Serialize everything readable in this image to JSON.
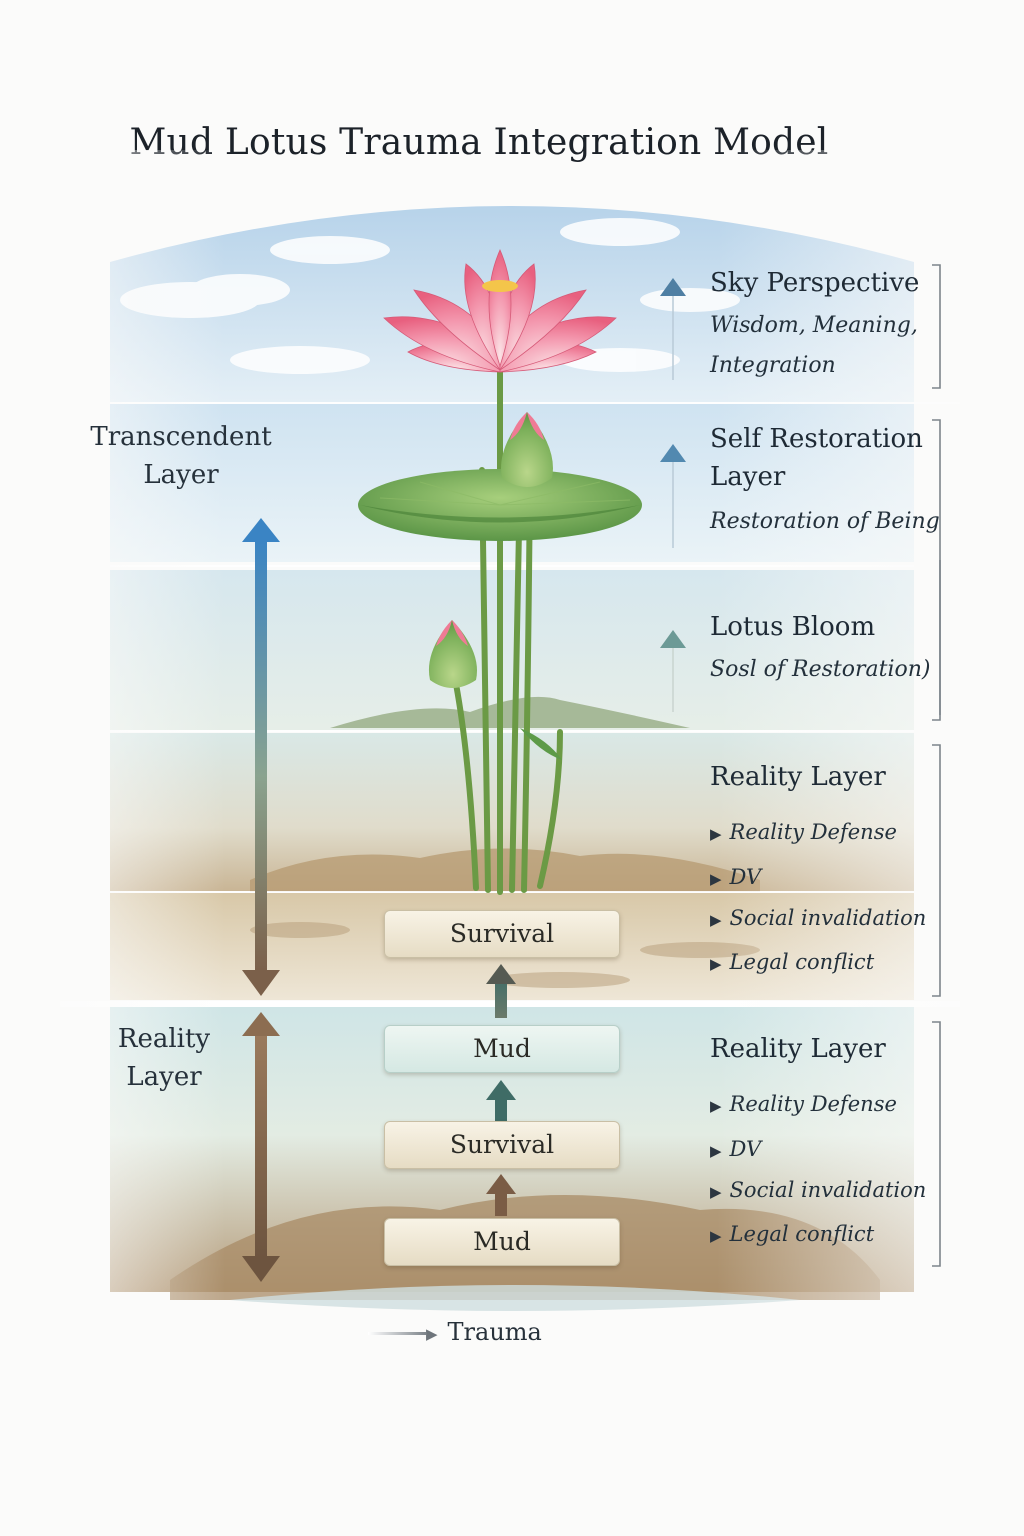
{
  "title": "Mud Lotus Trauma Integration Model",
  "left_labels": {
    "transcendent": [
      "Transcendent",
      "Layer"
    ],
    "reality": [
      "Reality",
      "Layer"
    ]
  },
  "right_panels": [
    {
      "heading": [
        "Sky Perspective"
      ],
      "sub": [
        "Wisdom, Meaning,",
        "Integration"
      ]
    },
    {
      "heading": [
        "Self Restoration",
        "Layer"
      ],
      "sub": [
        "Restoration of Being"
      ]
    },
    {
      "heading": [
        "Lotus Bloom"
      ],
      "sub": [
        "Sosl of Restoration)"
      ]
    },
    {
      "heading": [
        "Reality Layer"
      ],
      "bullets": [
        "Reality Defense",
        "DV",
        "Social invalidation",
        "Legal conflict"
      ]
    },
    {
      "heading": [
        "Reality Layer"
      ],
      "bullets": [
        "Reality Defense",
        "DV",
        "Social invalidation",
        "Legal conflict"
      ]
    }
  ],
  "stages": [
    "Survival",
    "Mud",
    "Survival",
    "Mud"
  ],
  "trauma_label": "Trauma",
  "colors": {
    "sky": "#b9d6ea",
    "water": "#cfe3e4",
    "mud": "#b49a78",
    "lotus_petal": "#f07c98",
    "leaf": "#5f9e47",
    "arrow_blue": "#3f86c2",
    "arrow_brown": "#7a5f45"
  },
  "icons": {
    "panel_arrow": "up-arrow-icon",
    "bullet": "right-triangle-icon"
  }
}
